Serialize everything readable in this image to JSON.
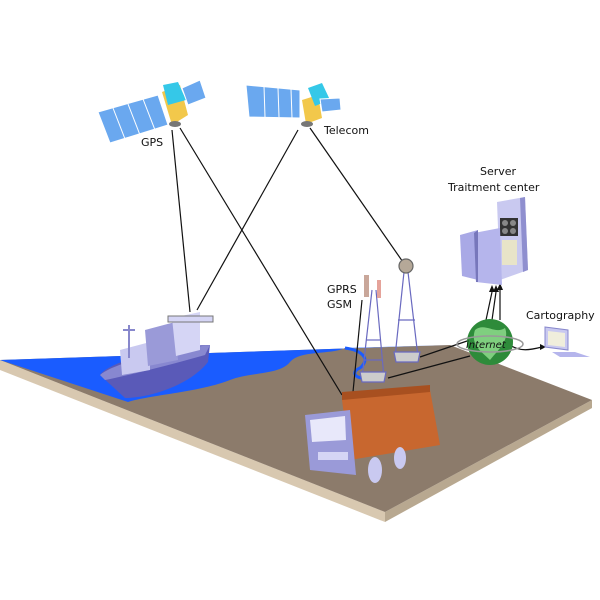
{
  "labels": {
    "gps": "GPS",
    "telecom": "Telecom",
    "server": "Server",
    "treatment_center": "Traitment center",
    "gprs": "GPRS",
    "gsm": "GSM",
    "internet": "internet",
    "cartography": "Cartography"
  },
  "colors": {
    "water": "#1a5cff",
    "land": "#8c7b6b",
    "panel": "#6aa8ef",
    "container": "#c8672f",
    "vehicle": "#9a9ad8",
    "globe": "#2e8b3a"
  }
}
